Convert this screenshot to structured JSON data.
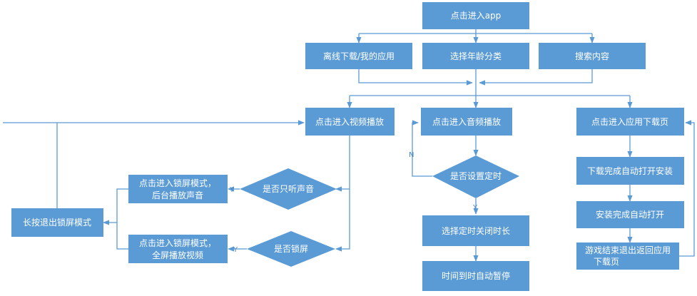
{
  "nodes": {
    "enter_app": "点击进入app",
    "offline": "离线下载/我的应用",
    "age": "选择年龄分类",
    "search": "搜索内容",
    "video": "点击进入视频播放",
    "audio": "点击进入音频播放",
    "appdl": "点击进入应用下载页",
    "listen_only": "是否只听声音",
    "lock": "是否锁屏",
    "lock_bg_1": "点击进入锁屏模式，",
    "lock_bg_2": "后台播放声音",
    "lock_full_1": "点击进入锁屏模式，",
    "lock_full_2": "全屏播放视频",
    "exit_lock": "长按退出锁屏模式",
    "timer": "是否设置定时",
    "timer_choose": "选择定时关闭时长",
    "timer_pause": "时间到时自动暂停",
    "dl_done": "下载完成自动打开安装",
    "install_done": "安装完成自动打开",
    "game_end_1": "游戏结束退出返回应用",
    "game_end_2": "下载页"
  },
  "edge_labels": {
    "yes": "Y",
    "no": "N"
  }
}
